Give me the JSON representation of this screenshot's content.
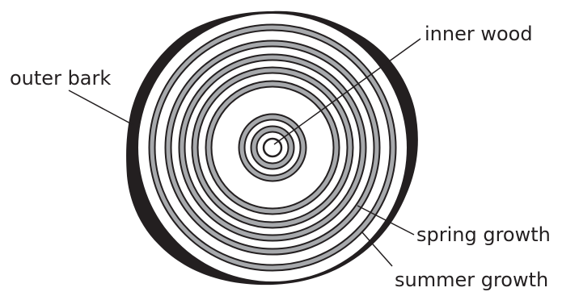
{
  "labels": {
    "inner_wood": "inner wood",
    "outer_bark": "outer bark",
    "spring_growth": "spring growth",
    "summer_growth": "summer growth"
  },
  "colors": {
    "bark": "#231f20",
    "ring_dark": "#231f20",
    "ring_light": "#a7a9ac",
    "wood": "#ffffff"
  }
}
